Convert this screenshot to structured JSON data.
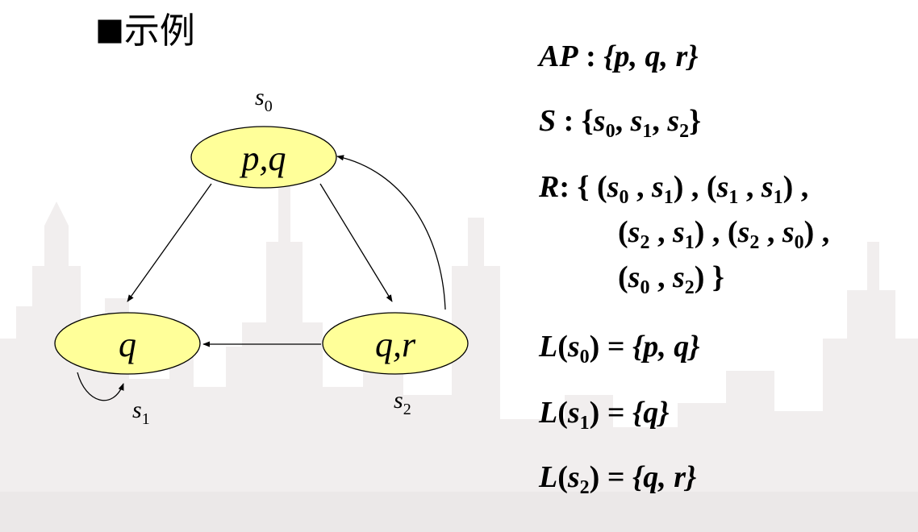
{
  "slide": {
    "title": "示例",
    "bullet": "■"
  },
  "kripke": {
    "nodes": [
      {
        "id": "s0",
        "label": "p,q",
        "name": "s",
        "index": "0"
      },
      {
        "id": "s1",
        "label": "q",
        "name": "s",
        "index": "1"
      },
      {
        "id": "s2",
        "label": "q,r",
        "name": "s",
        "index": "2"
      }
    ],
    "edges": [
      {
        "from": "s0",
        "to": "s1"
      },
      {
        "from": "s1",
        "to": "s1"
      },
      {
        "from": "s2",
        "to": "s1"
      },
      {
        "from": "s2",
        "to": "s0"
      },
      {
        "from": "s0",
        "to": "s2"
      }
    ],
    "node_fill": "#FFFF99",
    "node_stroke": "#000000"
  },
  "definitions": {
    "ap": {
      "symbol": "AP",
      "sep": " : ",
      "set": "{p, q, r}"
    },
    "s": {
      "symbol": "S",
      "sep": " : ",
      "items": [
        "s",
        "s",
        "s"
      ],
      "indices": [
        "0",
        "1",
        "2"
      ]
    },
    "r": {
      "symbol": "R",
      "sep": ":  ",
      "pairs": [
        {
          "a": "0",
          "b": "1"
        },
        {
          "a": "1",
          "b": "1"
        },
        {
          "a": "2",
          "b": "1"
        },
        {
          "a": "2",
          "b": "0"
        },
        {
          "a": "0",
          "b": "2"
        }
      ]
    },
    "labels": [
      {
        "fn": "L",
        "index": "0",
        "value": "{p, q}"
      },
      {
        "fn": "L",
        "index": "1",
        "value": "{q}"
      },
      {
        "fn": "L",
        "index": "2",
        "value": "{q, r}"
      }
    ]
  }
}
